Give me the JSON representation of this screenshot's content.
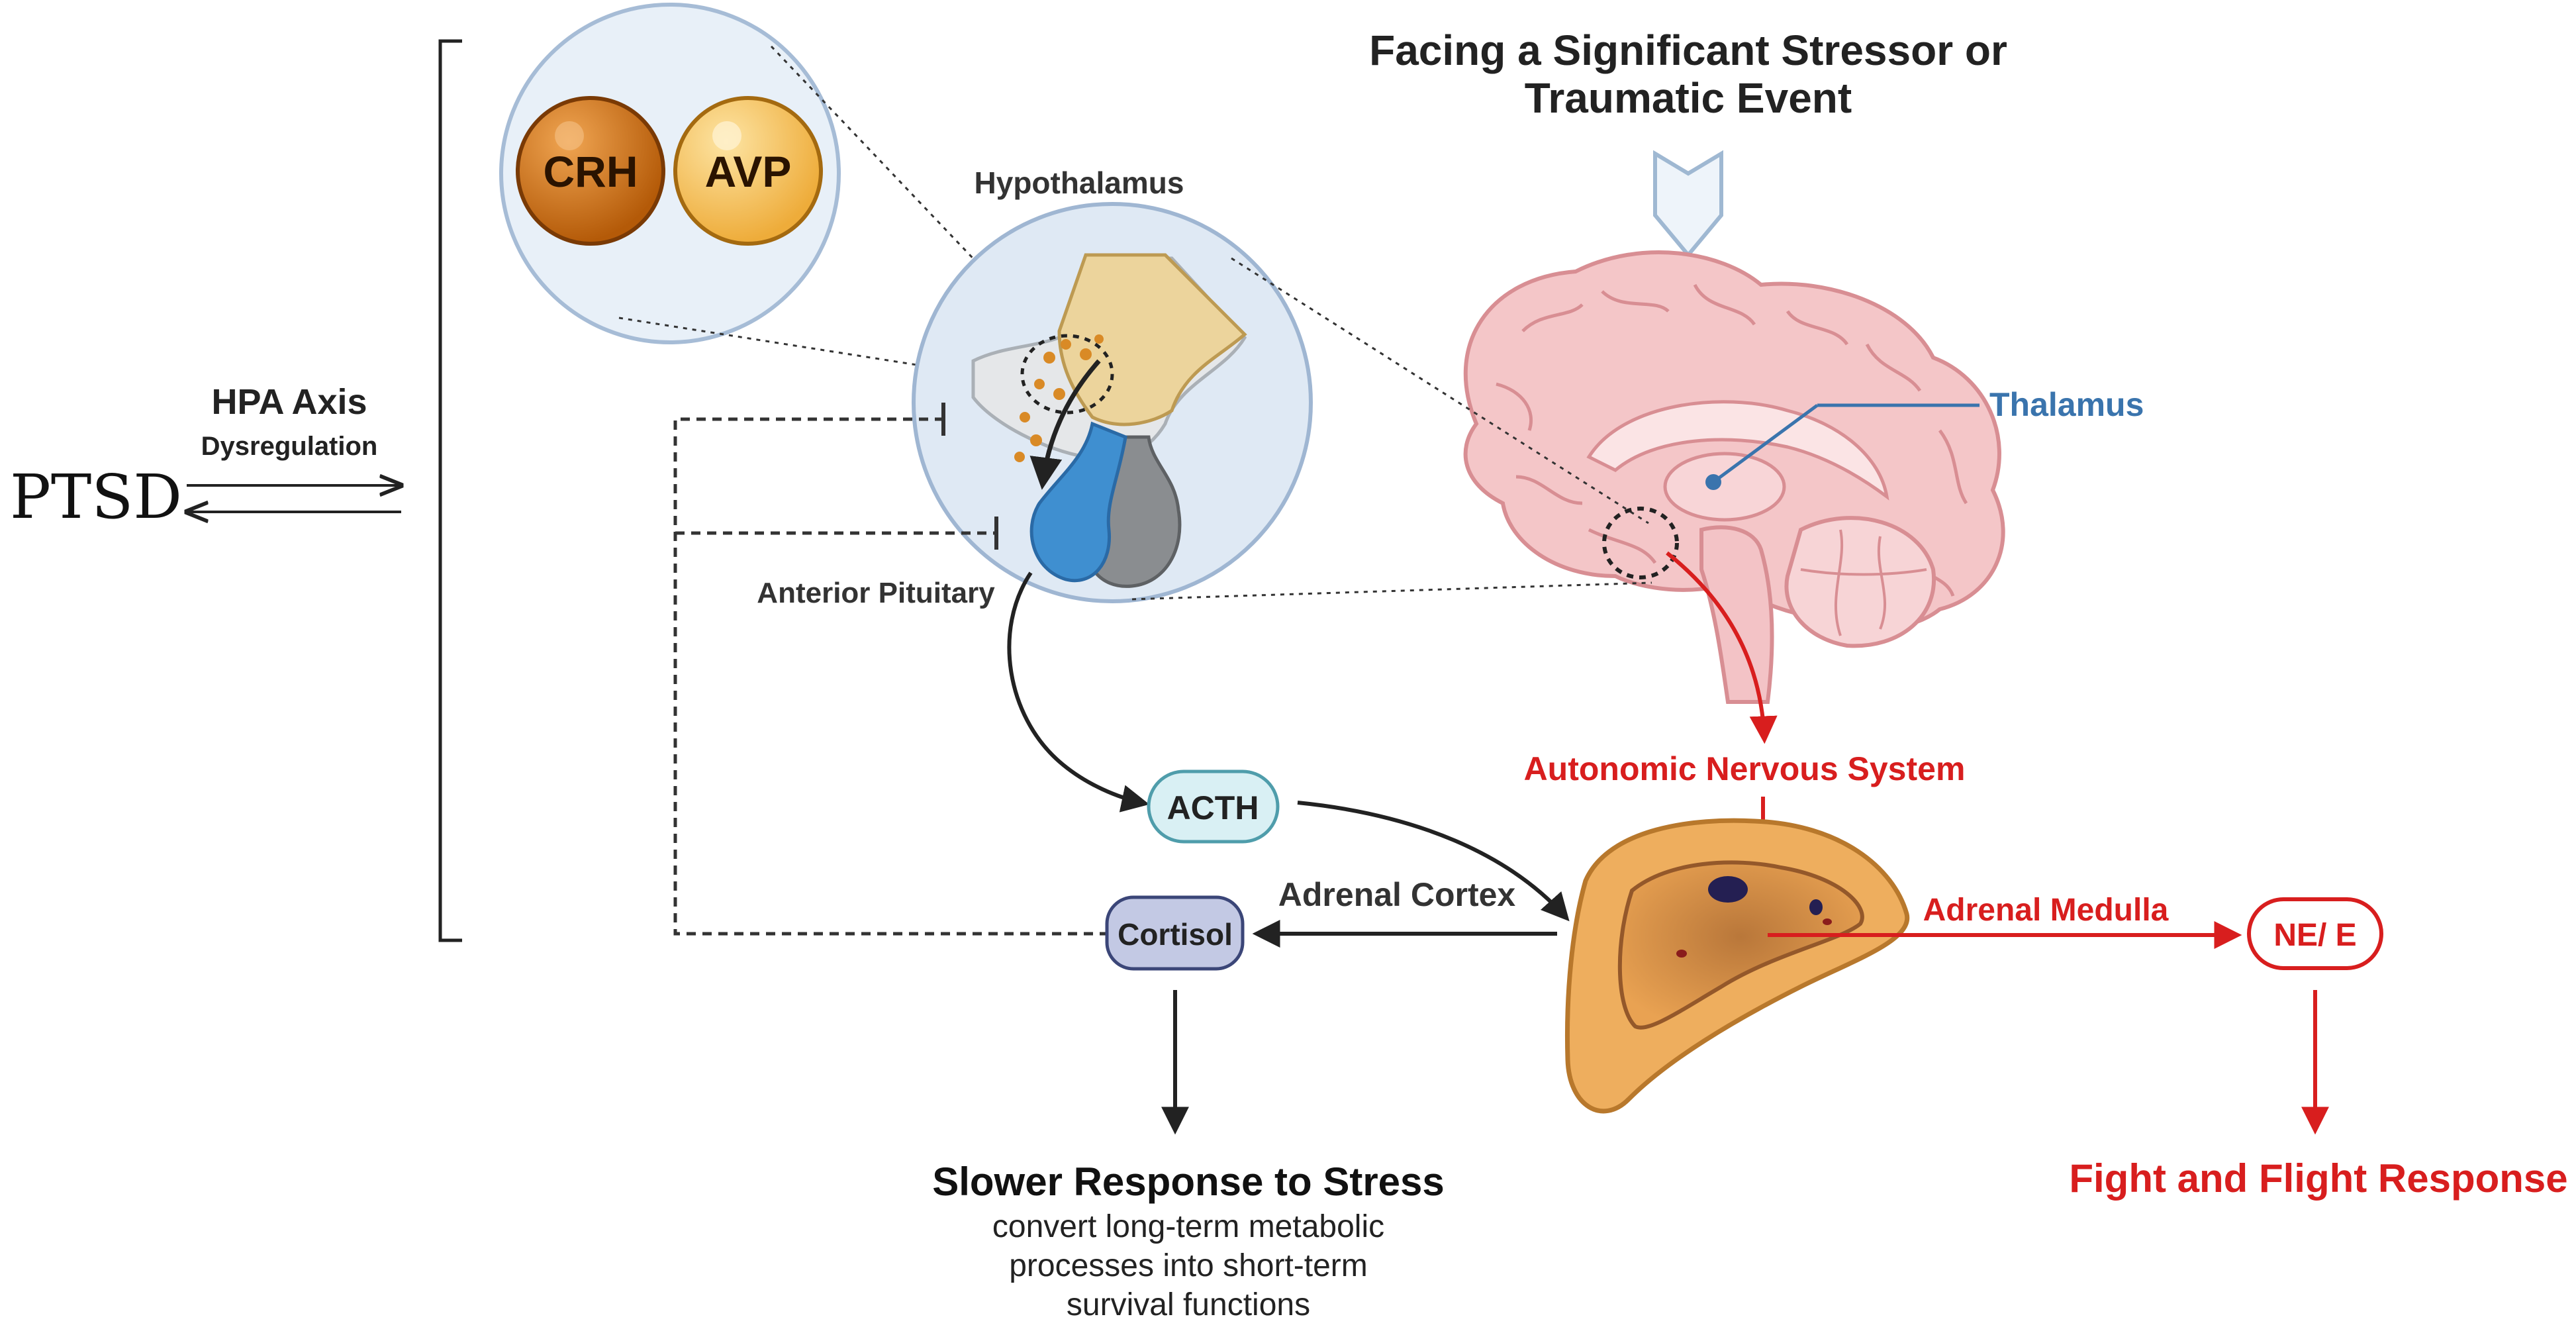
{
  "title": {
    "line1": "Facing a Significant Stressor or",
    "line2": "Traumatic Event"
  },
  "left": {
    "ptsd": "PTSD",
    "hpa_axis": "HPA Axis",
    "dysregulation": "Dysregulation"
  },
  "hormones": {
    "crh": "CRH",
    "avp": "AVP",
    "acth": "ACTH",
    "cortisol": "Cortisol",
    "ne_e": "NE/ E"
  },
  "labels": {
    "hypothalamus": "Hypothalamus",
    "anterior_pituitary": "Anterior Pituitary",
    "thalamus": "Thalamus",
    "autonomic": "Autonomic Nervous System",
    "adrenal_cortex": "Adrenal Cortex",
    "adrenal_medulla": "Adrenal Medulla"
  },
  "outcomes": {
    "slow_title": "Slower Response to Stress",
    "slow_line1": "convert long-term metabolic",
    "slow_line2": "processes into short-term",
    "slow_line3": "survival functions",
    "fight_title": "Fight and Flight Response"
  },
  "colors": {
    "red": "#d81e1e",
    "blue_label": "#3a74ad",
    "dark": "#222222",
    "crh_fill": "#c96a0f",
    "avp_fill": "#f2b445",
    "acth_fill": "#d9f0f4",
    "cortisol_fill": "#c3c9e4"
  }
}
